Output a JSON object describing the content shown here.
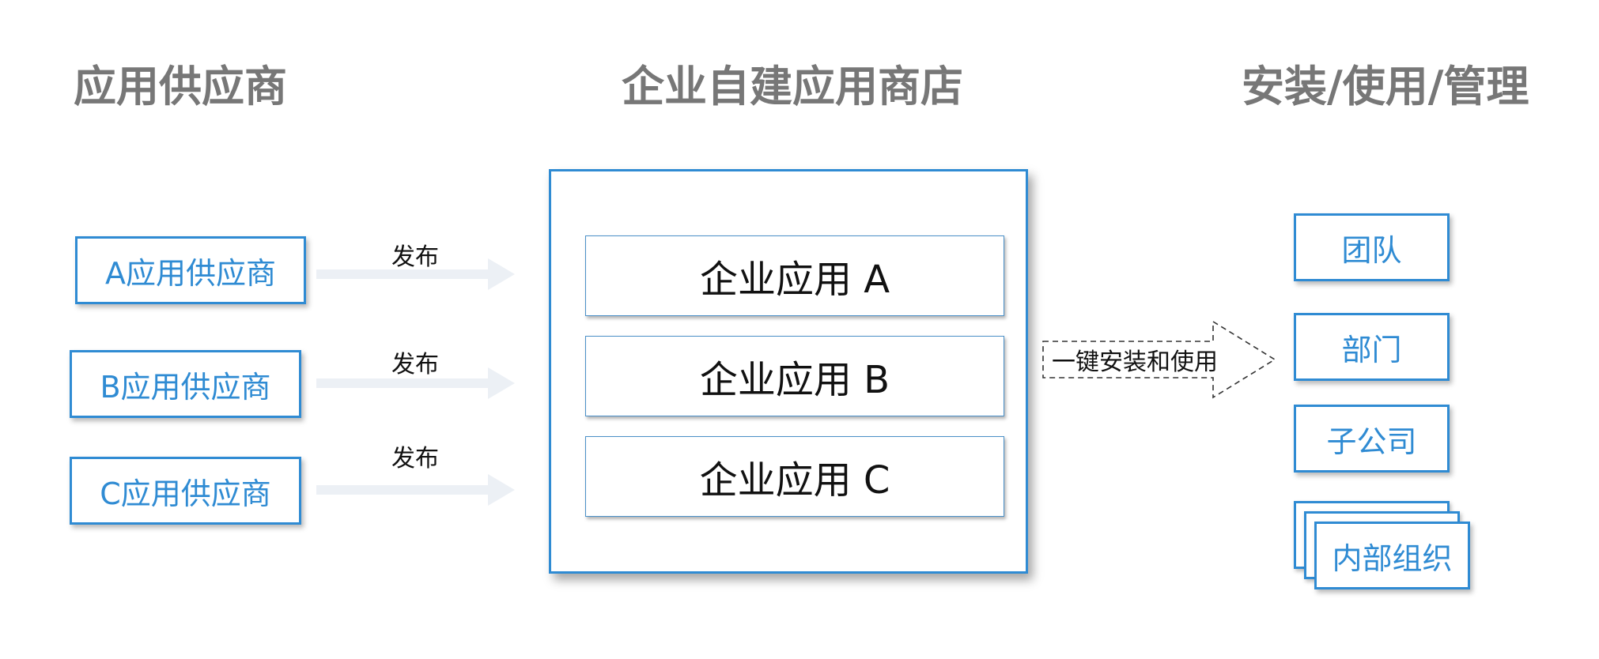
{
  "headings": {
    "providers": "应用供应商",
    "store": "企业自建应用商店",
    "usage": "安装/使用/管理"
  },
  "providers": [
    {
      "label": "A应用供应商",
      "arrow_label": "发布"
    },
    {
      "label": "B应用供应商",
      "arrow_label": "发布"
    },
    {
      "label": "C应用供应商",
      "arrow_label": "发布"
    }
  ],
  "store_apps": [
    {
      "label": "企业应用 A"
    },
    {
      "label": "企业应用 B"
    },
    {
      "label": "企业应用 C"
    }
  ],
  "install_arrow": {
    "label": "一键安装和使用"
  },
  "targets": [
    {
      "label": "团队"
    },
    {
      "label": "部门"
    },
    {
      "label": "子公司"
    },
    {
      "label": "内部组织"
    }
  ],
  "colors": {
    "accent_blue": "#2f8bd3",
    "heading_gray": "#777777",
    "arrow_light": "#ecf0f5"
  }
}
